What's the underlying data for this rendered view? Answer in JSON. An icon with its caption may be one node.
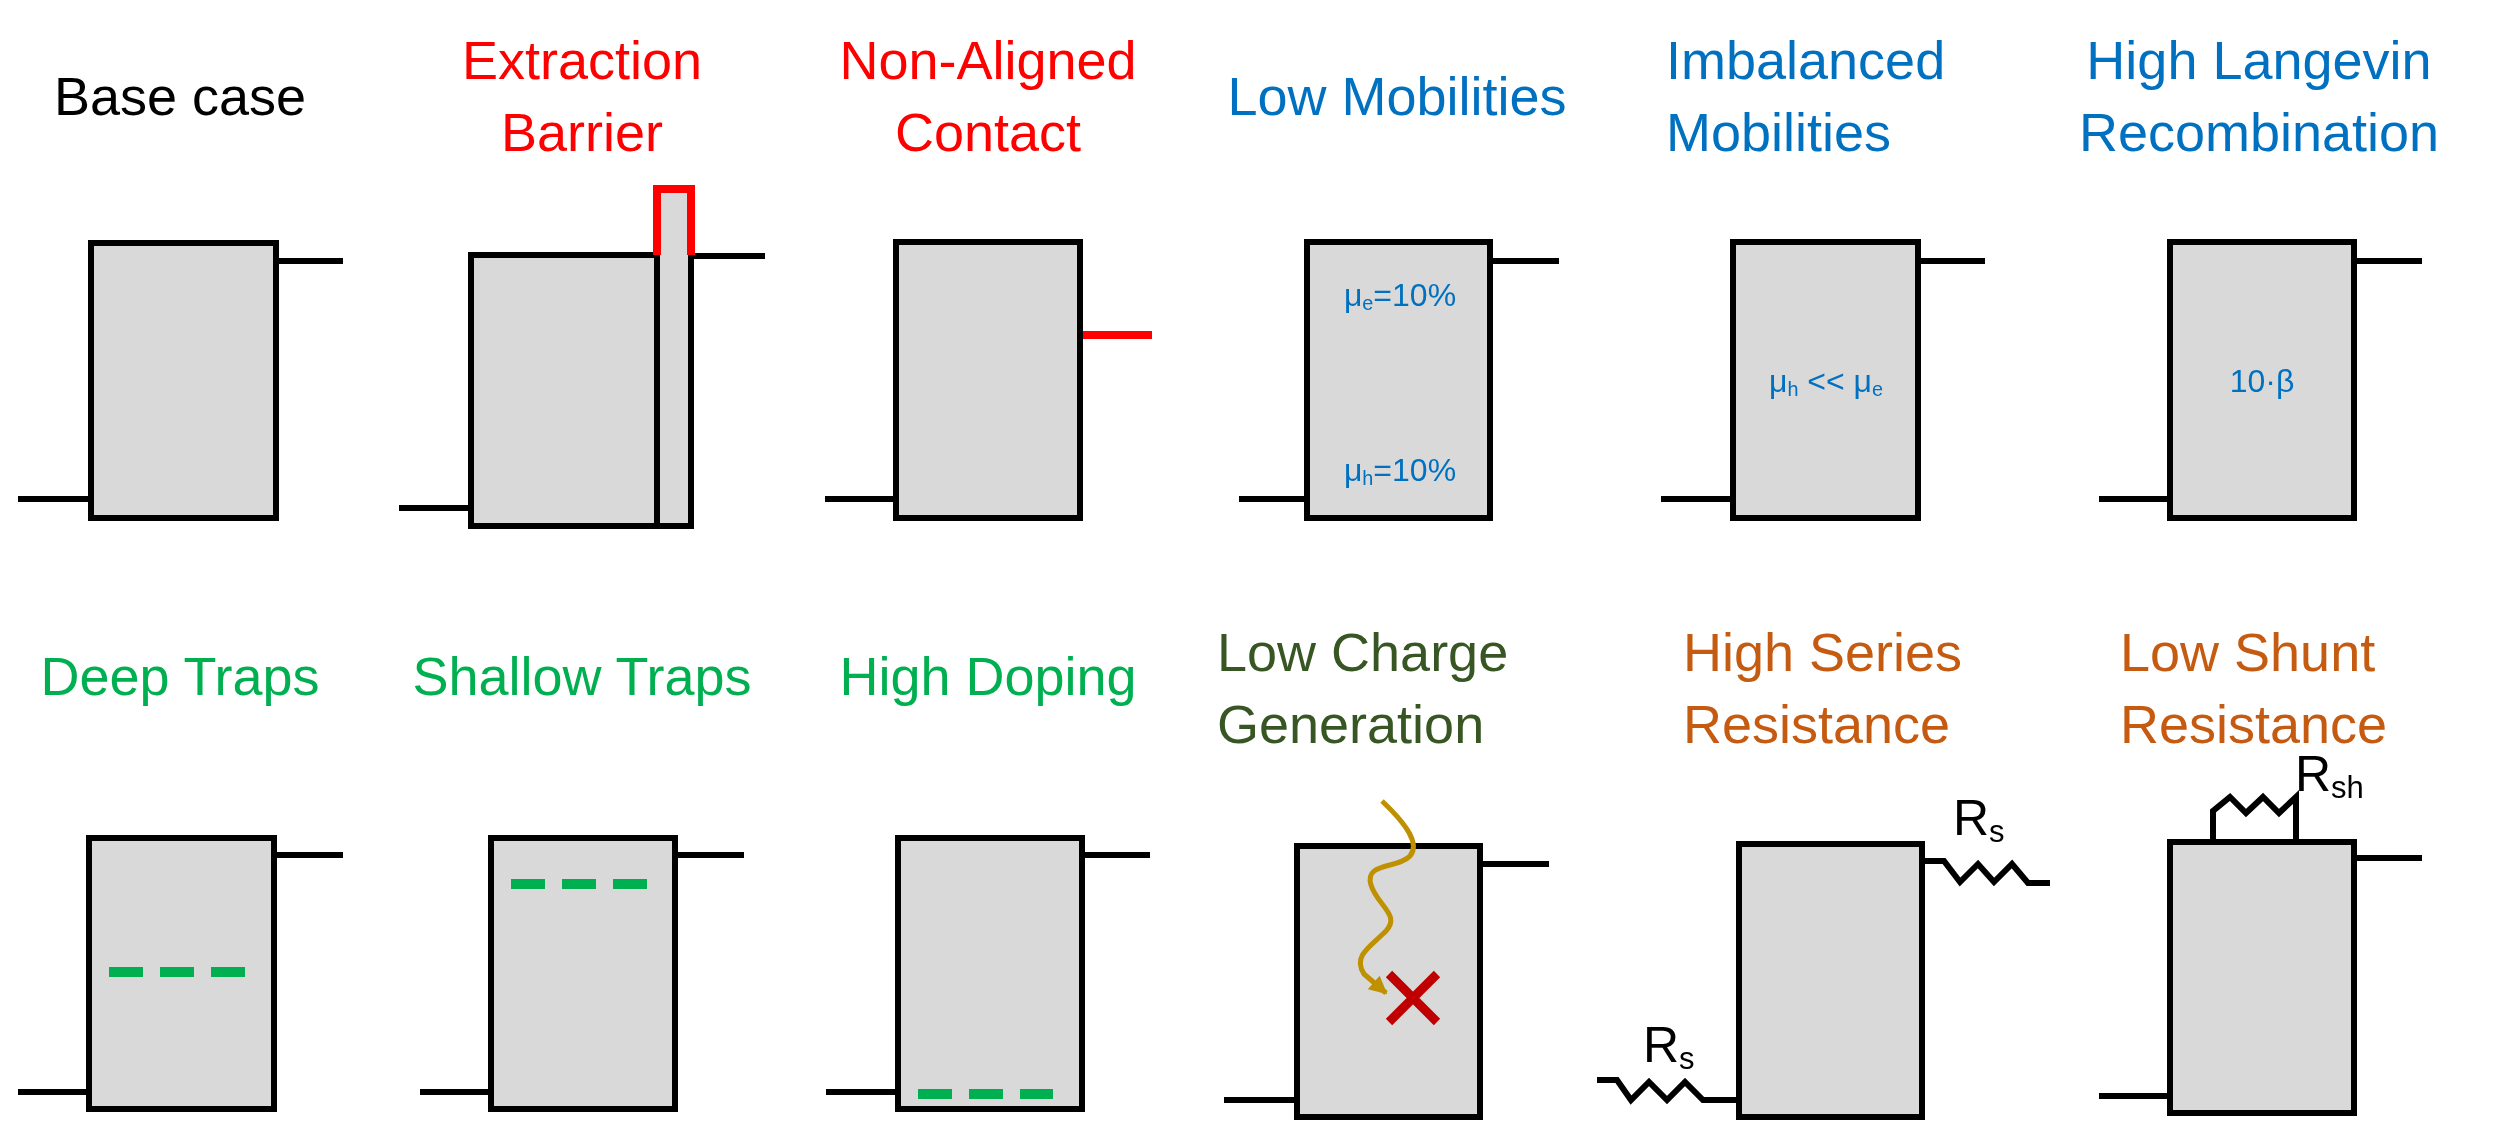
{
  "diagram": {
    "nodes": [
      {
        "text": [
          "Base case"
        ]
      },
      {
        "text": [
          "Extraction Barrier"
        ]
      },
      {
        "text": [
          "Non-Aligned Contact"
        ]
      },
      {
        "text": [
          "Low Mobilities",
          "μ$_{e}$=10%",
          "μ$_{h}$=10%"
        ]
      },
      {
        "text": [
          "Imbalanced Mobilities",
          "μ$_{h}$ << μ$_{e}$"
        ]
      },
      {
        "text": [
          "High Langevin Recombination",
          "10·β"
        ]
      },
      {
        "text": [
          "Deep Traps"
        ]
      },
      {
        "text": [
          "Shallow Traps"
        ]
      },
      {
        "text": [
          "High Doping"
        ]
      },
      {
        "text": [
          "Low Charge Generation"
        ]
      },
      {
        "text": [
          "High Series Resistance",
          "R$_{s}$",
          "R$_{s}$"
        ]
      },
      {
        "text": [
          "Low Shunt Resistance",
          "R$_{sh}$"
        ]
      }
    ]
  }
}
